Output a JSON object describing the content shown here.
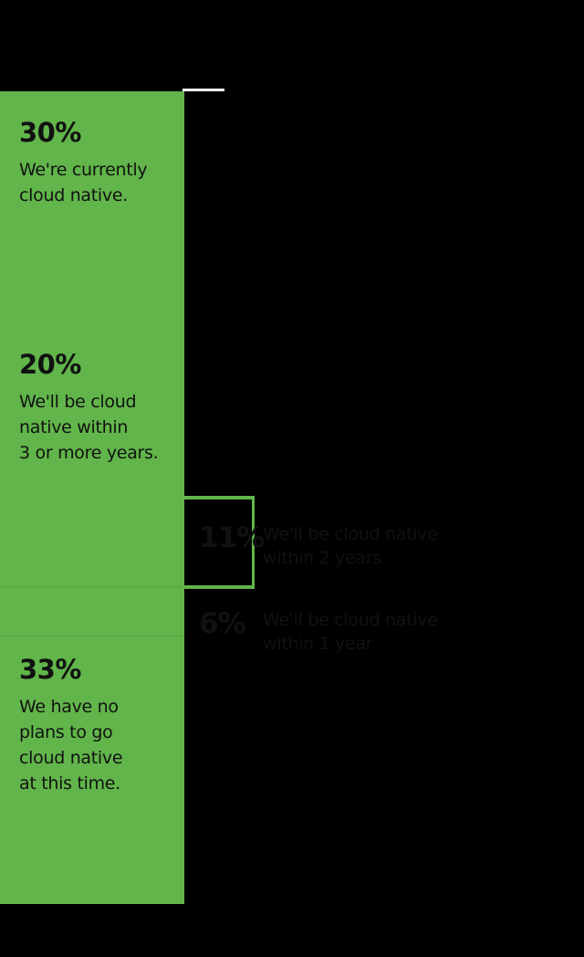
{
  "chart_data": {
    "type": "bar",
    "stacked": true,
    "orientation": "vertical",
    "segments": [
      {
        "value": 30,
        "label": "30%",
        "description": "We're currently\ncloud native.",
        "color": "#61b54a"
      },
      {
        "value": 20,
        "label": "20%",
        "description": "We'll be cloud\nnative within\n3 or more years.",
        "color": "#61b54a"
      },
      {
        "value": 11,
        "label": "11%",
        "description": "We'll be cloud native\nwithin 2 years",
        "color": "#61b54a"
      },
      {
        "value": 6,
        "label": "6%",
        "description": "We'll be cloud native\nwithin 1 year",
        "color": "#61b54a"
      },
      {
        "value": 33,
        "label": "33%",
        "description": "We have no\nplans to go\ncloud native\nat this time.",
        "color": "#61b54a"
      }
    ],
    "bar_color": "#61b54a",
    "grid": false
  }
}
